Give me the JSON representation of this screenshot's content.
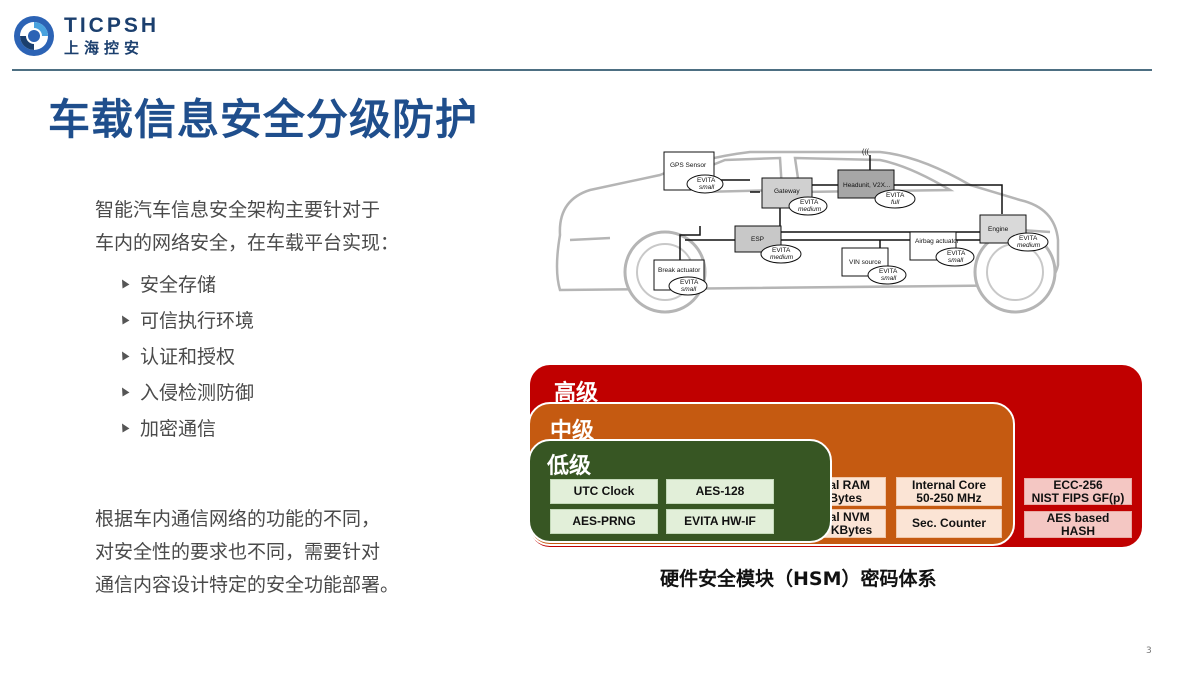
{
  "header": {
    "logo_en": "TICPSH",
    "logo_cn": "上海控安",
    "title": "车载信息安全分级防护"
  },
  "left": {
    "intro": [
      "智能汽车信息安全架构主要针对于",
      "车内的网络安全，在车载平台实现："
    ],
    "bullets": [
      "安全存储",
      "可信执行环境",
      "认证和授权",
      "入侵检测防御",
      "加密通信"
    ],
    "outro": [
      "根据车内通信网络的功能的不同，",
      "对安全性的要求也不同，需要针对",
      "通信内容设计特定的安全功能部署。"
    ]
  },
  "car_diagram": {
    "antenna": "(((",
    "nodes": [
      {
        "name": "GPS Sensor",
        "evita": [
          "EVITA",
          "small"
        ]
      },
      {
        "name": "Gateway",
        "evita": [
          "EVITA",
          "medium"
        ]
      },
      {
        "name": "Headunit, V2X...",
        "evita": [
          "EVITA",
          "full"
        ]
      },
      {
        "name": "Engine",
        "evita": [
          "EVITA",
          "medium"
        ]
      },
      {
        "name": "ESP",
        "evita": [
          "EVITA",
          "medium"
        ]
      },
      {
        "name": "Airbag actuator",
        "evita": [
          "EVITA",
          "small"
        ]
      },
      {
        "name": "VIN source",
        "evita": [
          "EVITA",
          "small"
        ]
      },
      {
        "name": "Break actuator",
        "evita": [
          "EVITA",
          "small"
        ]
      }
    ]
  },
  "hsm": {
    "high_label": "高级",
    "mid_label": "中级",
    "low_label": "低级",
    "low_cells": [
      "UTC Clock",
      "AES-128",
      "AES-PRNG",
      "EVITA HW-IF"
    ],
    "mid_cells": [
      "Internal RAM\n64 KBytes",
      "Internal Core\n50-250 MHz",
      "Internal NVM\n32+10 KBytes",
      "Sec. Counter"
    ],
    "high_cells": [
      "ECC-256\nNIST FIPS GF(p)",
      "AES based\nHASH"
    ],
    "caption": "硬件安全模块（HSM）密码体系"
  },
  "colors": {
    "title_blue": "#1f4e8c",
    "high_red": "#c00000",
    "mid_orange": "#c55a11",
    "low_green": "#375623"
  },
  "page_number": "3"
}
